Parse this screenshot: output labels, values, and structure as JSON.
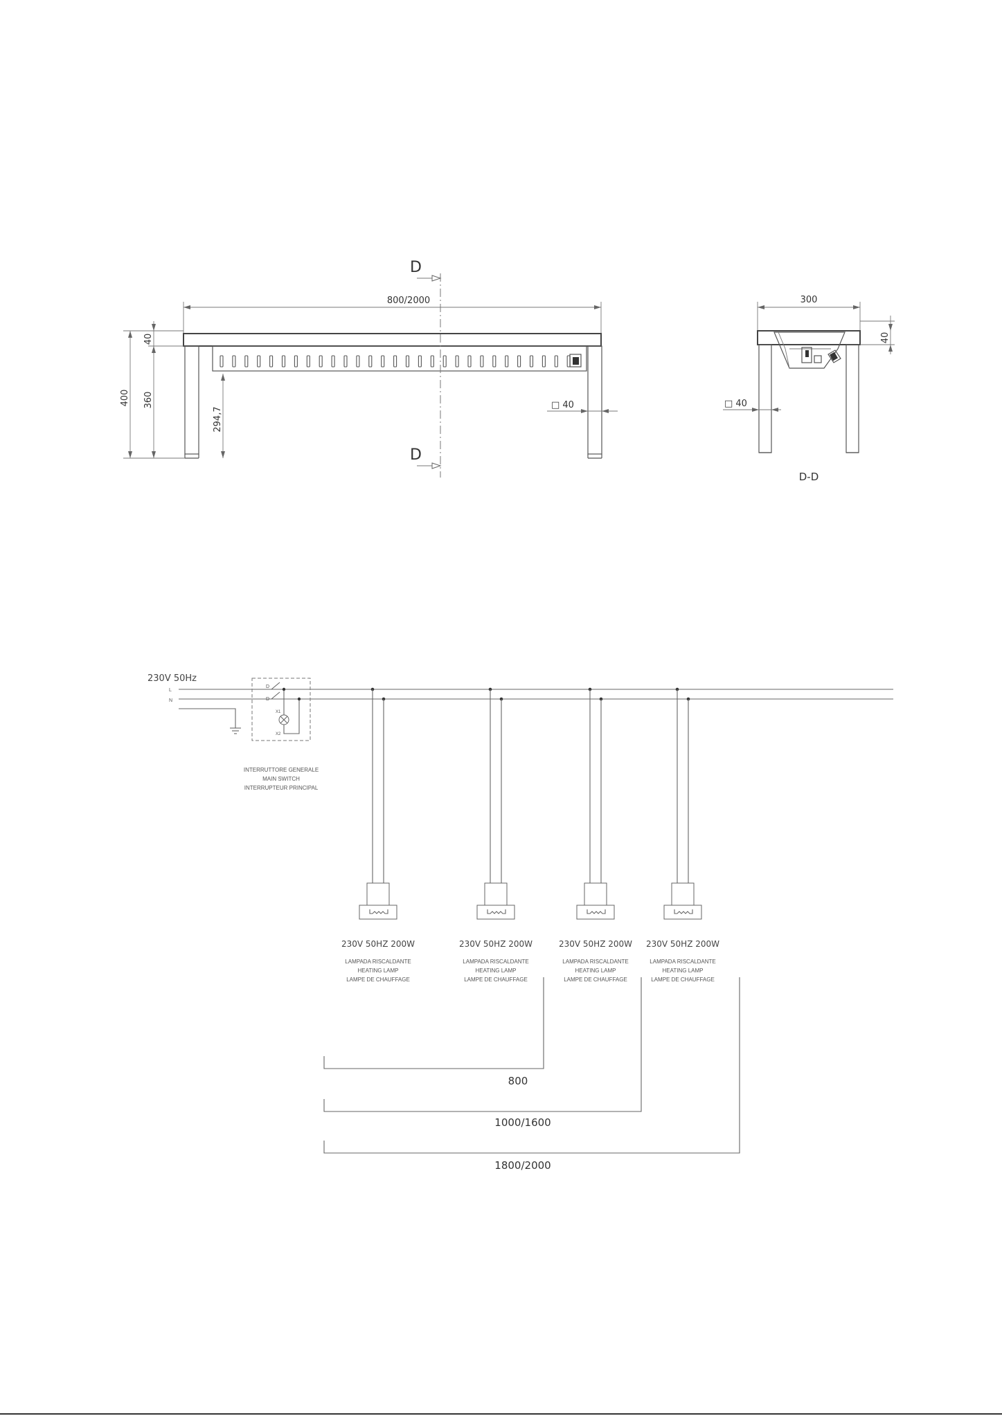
{
  "drawing": {
    "front_view": {
      "section_marker": "D",
      "width_label": "800/2000",
      "height_total": "400",
      "height_legs": "360",
      "height_top": "40",
      "height_slots": "294,7",
      "leg_section": "□ 40"
    },
    "side_view": {
      "width_label": "300",
      "height_top": "40",
      "leg_section": "□ 40",
      "view_label": "D-D"
    },
    "wiring": {
      "supply": "230V 50Hz",
      "line_label": "L",
      "neutral_label": "N",
      "switch": {
        "terminal_1": "D",
        "terminal_2": "D",
        "lamp_x1": "X1",
        "lamp_x2": "X2",
        "label_it": "INTERRUTTORE GENERALE",
        "label_en": "MAIN SWITCH",
        "label_fr": "INTERRUPTEUR PRINCIPAL"
      },
      "lamps": [
        {
          "rating": "230V 50HZ 200W",
          "it": "LAMPADA RISCALDANTE",
          "en": "HEATING LAMP",
          "fr": "LAMPE DE CHAUFFAGE"
        },
        {
          "rating": "230V 50HZ 200W",
          "it": "LAMPADA RISCALDANTE",
          "en": "HEATING LAMP",
          "fr": "LAMPE DE CHAUFFAGE"
        },
        {
          "rating": "230V 50HZ 200W",
          "it": "LAMPADA RISCALDANTE",
          "en": "HEATING LAMP",
          "fr": "LAMPE DE CHAUFFAGE"
        },
        {
          "rating": "230V 50HZ 200W",
          "it": "LAMPADA RISCALDANTE",
          "en": "HEATING LAMP",
          "fr": "LAMPE DE CHAUFFAGE"
        }
      ],
      "lengths": [
        "800",
        "1000/1600",
        "1800/2000"
      ]
    }
  }
}
